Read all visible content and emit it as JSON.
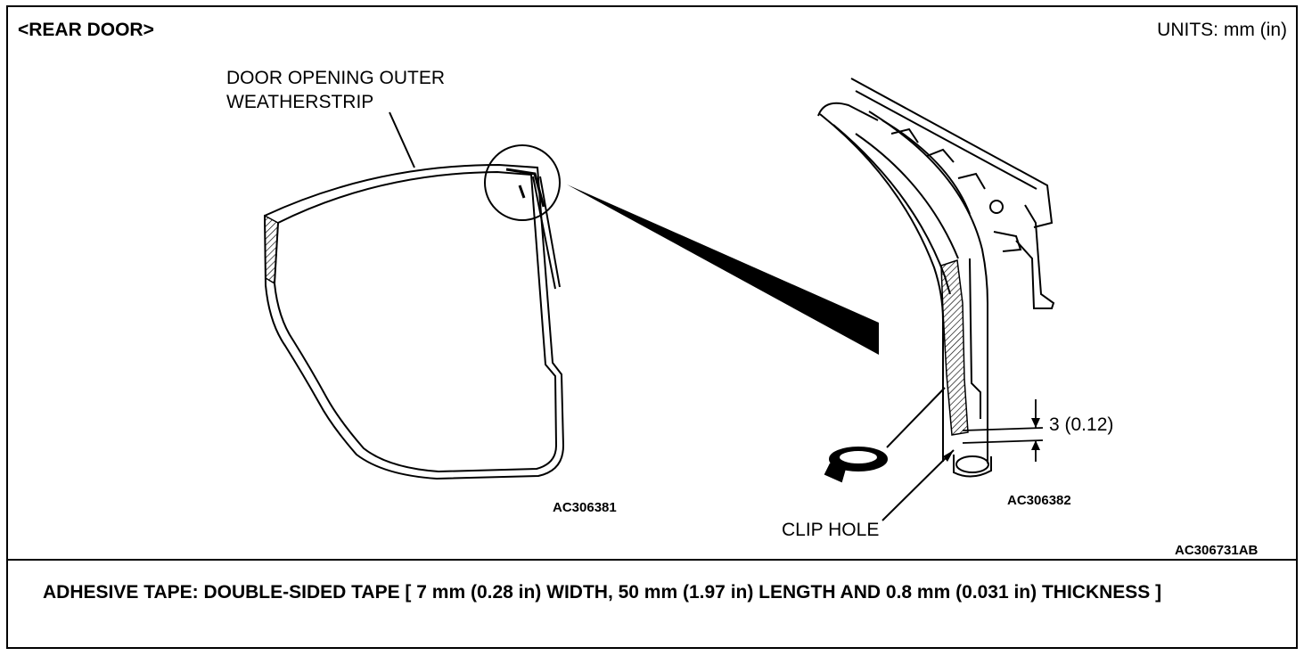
{
  "header": {
    "title": "<REAR DOOR>",
    "units": "UNITS: mm (in)"
  },
  "labels": {
    "weatherstrip_line1": "DOOR OPENING OUTER",
    "weatherstrip_line2": "WEATHERSTRIP",
    "clip_hole": "CLIP HOLE",
    "dimension": "3 (0.12)"
  },
  "figure_codes": {
    "left": "AC306381",
    "right": "AC306382",
    "overall": "AC306731AB"
  },
  "footer": {
    "note": "ADHESIVE TAPE: DOUBLE-SIDED TAPE [ 7 mm (0.28 in) WIDTH, 50 mm (1.97 in) LENGTH AND 0.8 mm (0.031 in) THICKNESS ]"
  }
}
